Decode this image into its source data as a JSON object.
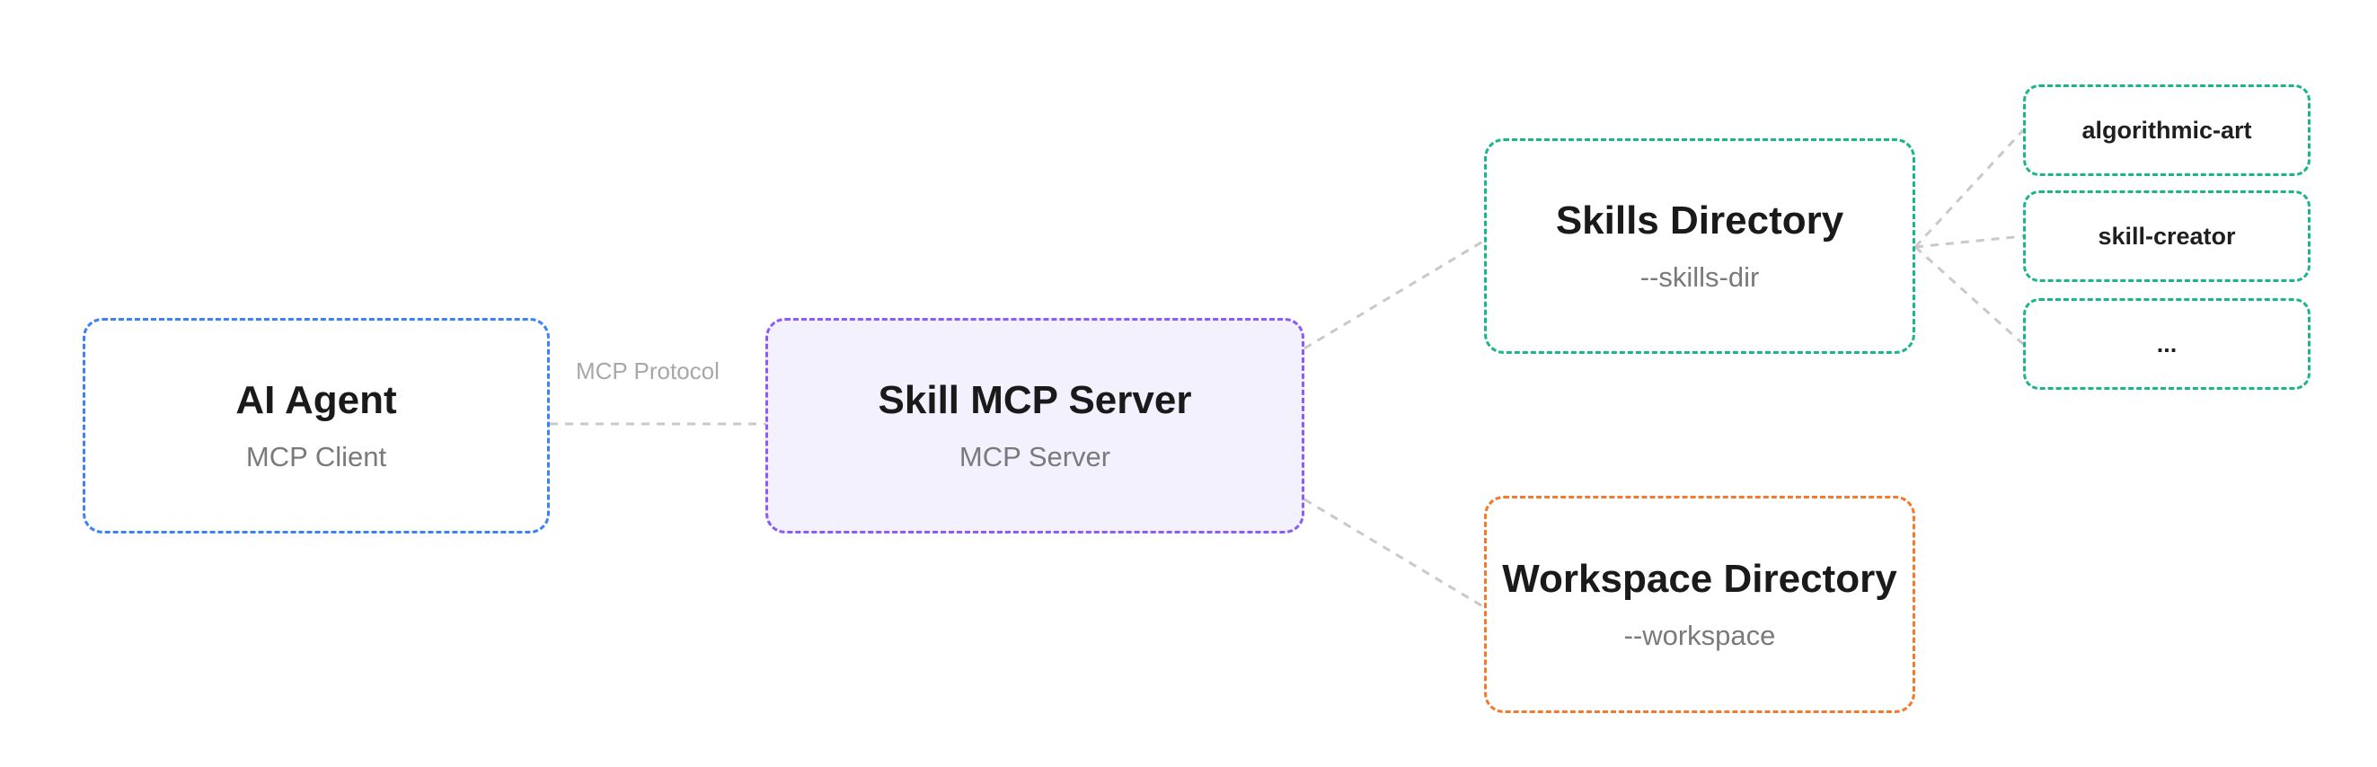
{
  "colors": {
    "agent_border": "#3b82f6",
    "server_border": "#8b5cf6",
    "server_fill": "#f3f1fe",
    "skills_border": "#1bb58a",
    "workspace_border": "#f27a2e",
    "connector": "#c9c9c9"
  },
  "agent": {
    "title": "AI Agent",
    "subtitle": "MCP Client"
  },
  "protocol_label": "MCP Protocol",
  "server": {
    "title": "Skill MCP Server",
    "subtitle": "MCP Server"
  },
  "skills_dir": {
    "title": "Skills Directory",
    "subtitle": "--skills-dir",
    "items": [
      {
        "label": "algorithmic-art"
      },
      {
        "label": "skill-creator"
      },
      {
        "label": "..."
      }
    ]
  },
  "workspace_dir": {
    "title": "Workspace Directory",
    "subtitle": "--workspace"
  }
}
